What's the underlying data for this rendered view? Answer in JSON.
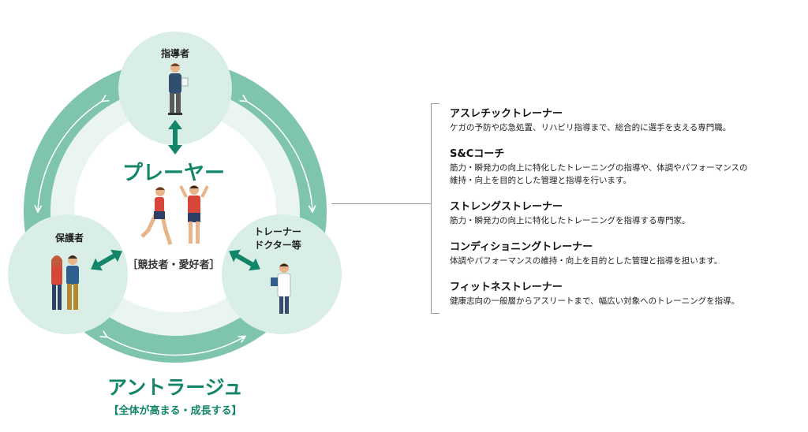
{
  "diagram": {
    "center": {
      "title": "プレーヤー",
      "subtitle": "［競技者・愛好者］"
    },
    "nodes": {
      "coach": "指導者",
      "guardian": "保護者",
      "trainer_line1": "トレーナー",
      "trainer_line2": "ドクター等"
    },
    "entourage": {
      "title": "アントラージュ",
      "subtitle": "【全体が高まる・成長する】"
    },
    "colors": {
      "accent": "#13866a",
      "ring": "#7fc4ae",
      "circle": "#d9eee6"
    }
  },
  "trainers": [
    {
      "name": "アスレチックトレーナー",
      "desc": [
        "ケガの予防や応急処置、リハビリ指導まで、総合的に選手を支える専門職。"
      ]
    },
    {
      "name": "S&Cコーチ",
      "desc": [
        "筋力・瞬発力の向上に特化したトレーニングの指導や、体調やパフォーマンスの",
        "維持・向上を目的とした管理と指導を行います。"
      ]
    },
    {
      "name": "ストレングストレーナー",
      "desc": [
        "筋力・瞬発力の向上に特化したトレーニングを指導する専門家。"
      ]
    },
    {
      "name": "コンディショニングトレーナー",
      "desc": [
        "体調やパフォーマンスの維持・向上を目的とした管理と指導を担います。"
      ]
    },
    {
      "name": "フィットネストレーナー",
      "desc": [
        "健康志向の一般層からアスリートまで、幅広い対象へのトレーニングを指導。"
      ]
    }
  ]
}
